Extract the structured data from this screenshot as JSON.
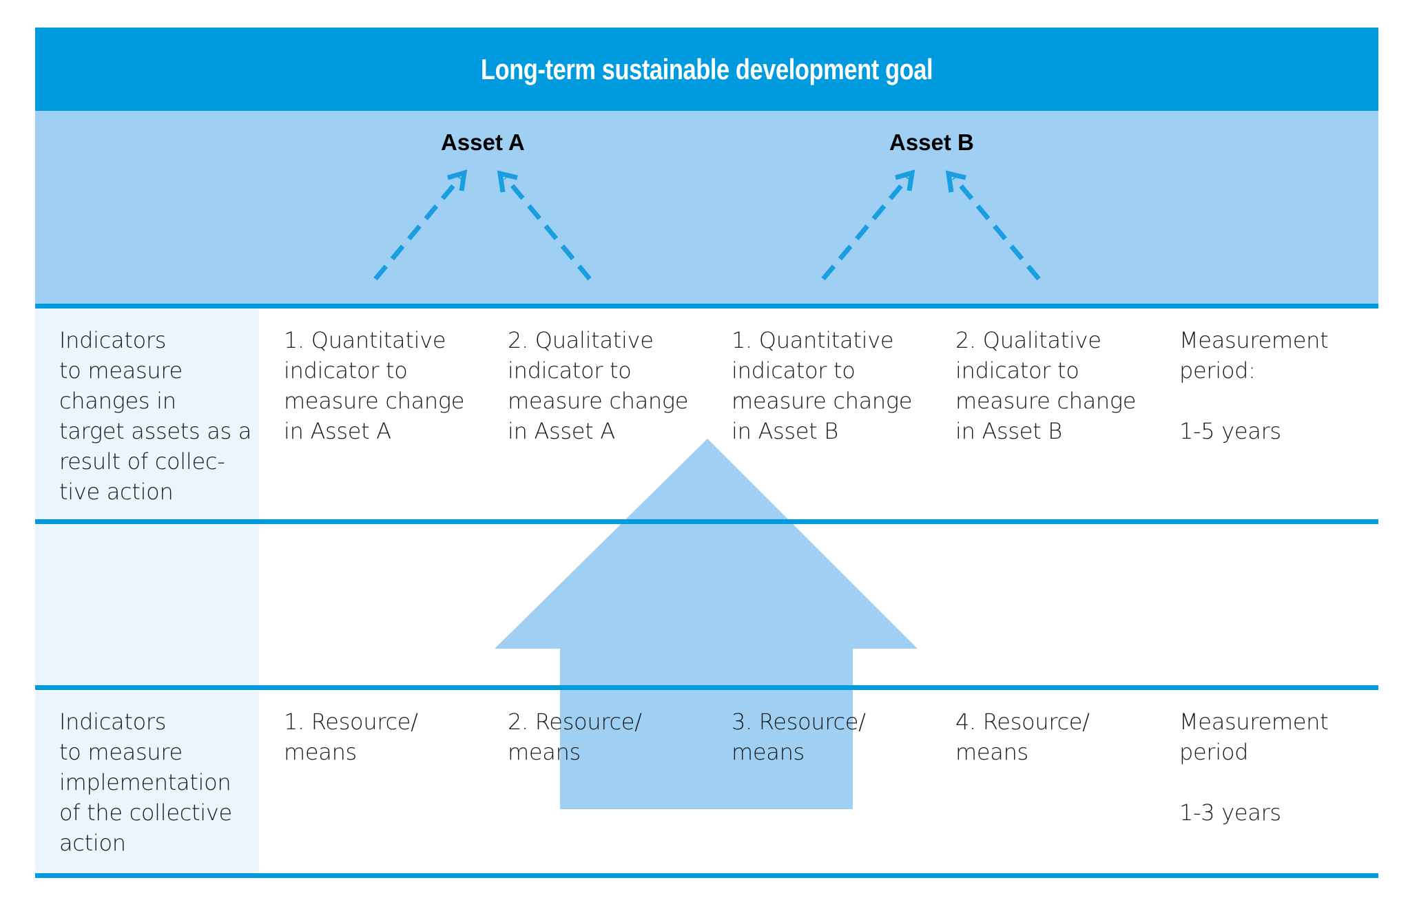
{
  "goal": {
    "title": "Long-term sustainable development goal"
  },
  "assets": {
    "a": "Asset A",
    "b": "Asset B"
  },
  "outcome_row": {
    "label": [
      "Indicators",
      "to measure",
      "changes in",
      "target assets as a",
      "result of collec-",
      "tive action"
    ],
    "cells": [
      [
        "1. Quantitative",
        "indicator to",
        "measure change",
        "in Asset A"
      ],
      [
        "2. Qualitative",
        "indicator to",
        "measure change",
        "in Asset A"
      ],
      [
        "1. Quantitative",
        "indicator to",
        "measure change",
        "in Asset B"
      ],
      [
        "2. Qualitative",
        "indicator to",
        "measure change",
        "in Asset B"
      ]
    ],
    "period": [
      "Measurement",
      "period:",
      "",
      "1-5 years"
    ]
  },
  "implementation_row": {
    "label": [
      "Indicators",
      "to measure",
      "implementation",
      "of the collective",
      "action"
    ],
    "cells": [
      [
        "1. Resource/",
        "means"
      ],
      [
        "2. Resource/",
        "means"
      ],
      [
        "3. Resource/",
        "means"
      ],
      [
        "4. Resource/",
        "means"
      ]
    ],
    "period": [
      "Measurement",
      "period",
      "",
      "1-3 years"
    ]
  },
  "colors": {
    "primary": "#009bde",
    "light_band": "#9fcff2",
    "label_column": "#eaf5fd",
    "dashed_arrow": "#1a9ee0",
    "big_arrow": "#9fcff2"
  }
}
